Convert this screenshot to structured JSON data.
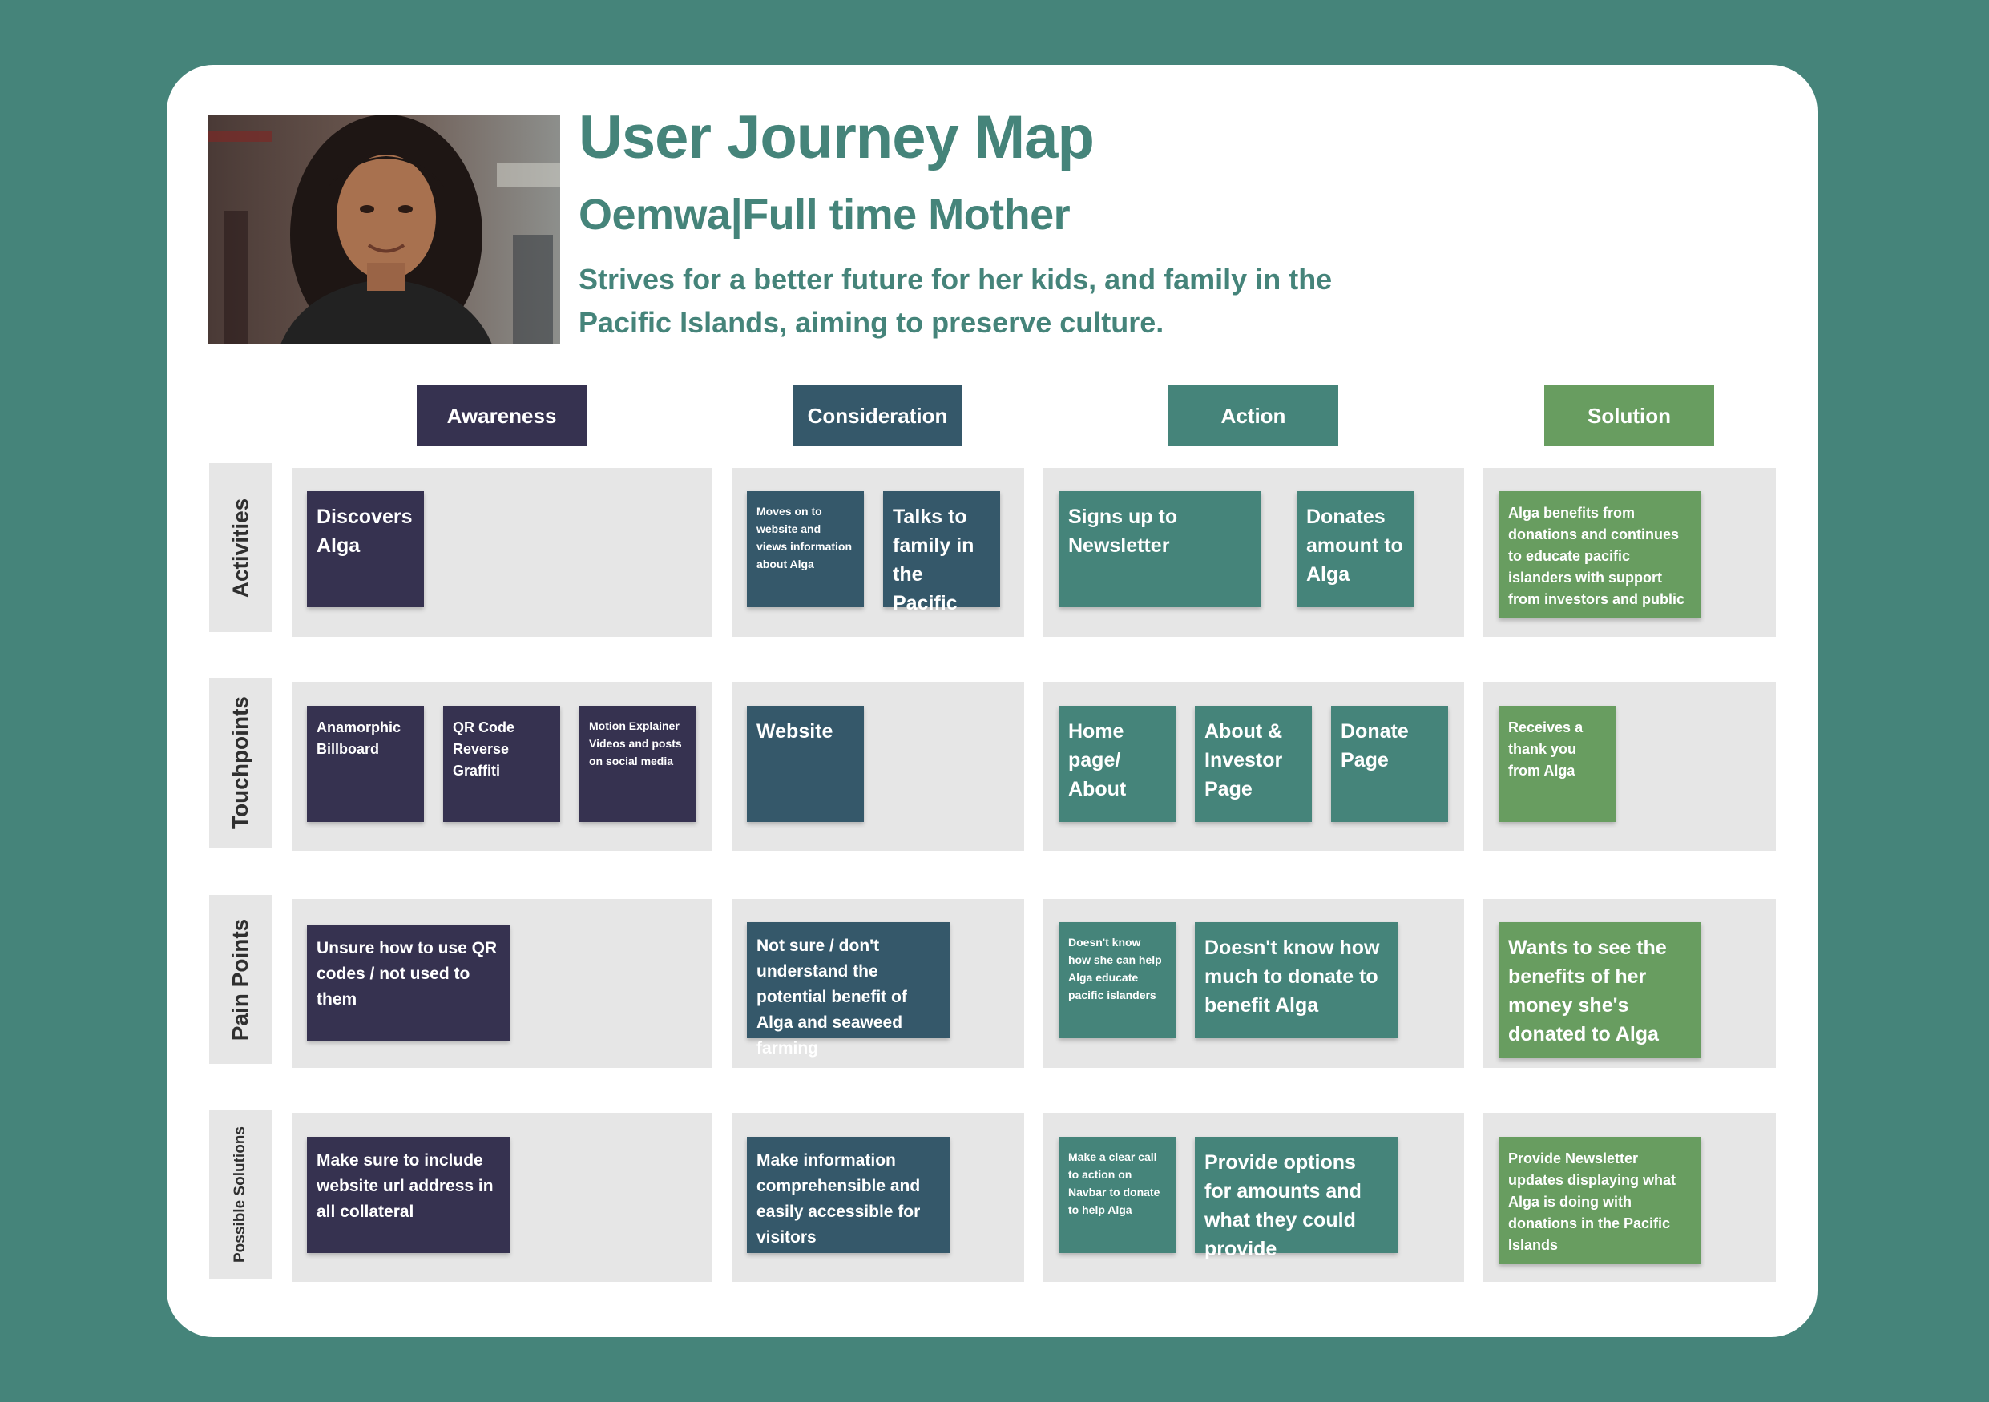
{
  "header": {
    "title": "User Journey Map",
    "subtitle": "Oemwa|Full time Mother",
    "tagline": "Strives for a better future for her kids, and family in the Pacific Islands, aiming to preserve culture."
  },
  "colors": {
    "background": "#45847a",
    "awareness": "#363250",
    "consideration": "#35586a",
    "action": "#45847a",
    "solution": "#689d60",
    "panel": "#e6e6e6"
  },
  "stages": [
    "Awareness",
    "Consideration",
    "Action",
    "Solution"
  ],
  "rows": [
    "Activities",
    "Touchpoints",
    "Pain Points",
    "Possible Solutions"
  ],
  "notes": {
    "activities": {
      "awareness": [
        "Discovers Alga"
      ],
      "consideration": [
        "Moves on to website and views information about Alga",
        "Talks to family in the Pacific"
      ],
      "action": [
        "Signs up to Newsletter",
        "Donates amount to Alga"
      ],
      "solution": [
        "Alga benefits from donations and continues to educate pacific islanders with support from investors and public"
      ]
    },
    "touchpoints": {
      "awareness": [
        "Anamorphic Billboard",
        "QR Code Reverse Graffiti",
        "Motion Explainer Videos and posts on social media"
      ],
      "consideration": [
        "Website"
      ],
      "action": [
        "Home page/ About",
        "About & Investor Page",
        "Donate Page"
      ],
      "solution": [
        "Receives a thank you from Alga"
      ]
    },
    "pain_points": {
      "awareness": [
        "Unsure how to use QR codes / not used to them"
      ],
      "consideration": [
        "Not sure / don't understand the potential benefit of Alga and seaweed farming"
      ],
      "action": [
        "Doesn't know how she can help Alga educate pacific islanders",
        "Doesn't know how much to donate to benefit Alga"
      ],
      "solution": [
        "Wants to see the benefits of her money she's donated to Alga"
      ]
    },
    "possible_solutions": {
      "awareness": [
        "Make sure to include website url address in all collateral"
      ],
      "consideration": [
        "Make information comprehensible and easily accessible for visitors"
      ],
      "action": [
        "Make a clear call to action on Navbar to donate to help Alga",
        "Provide options for amounts and what they could provide"
      ],
      "solution": [
        "Provide Newsletter updates displaying what Alga is doing with donations in the Pacific Islands"
      ]
    }
  }
}
